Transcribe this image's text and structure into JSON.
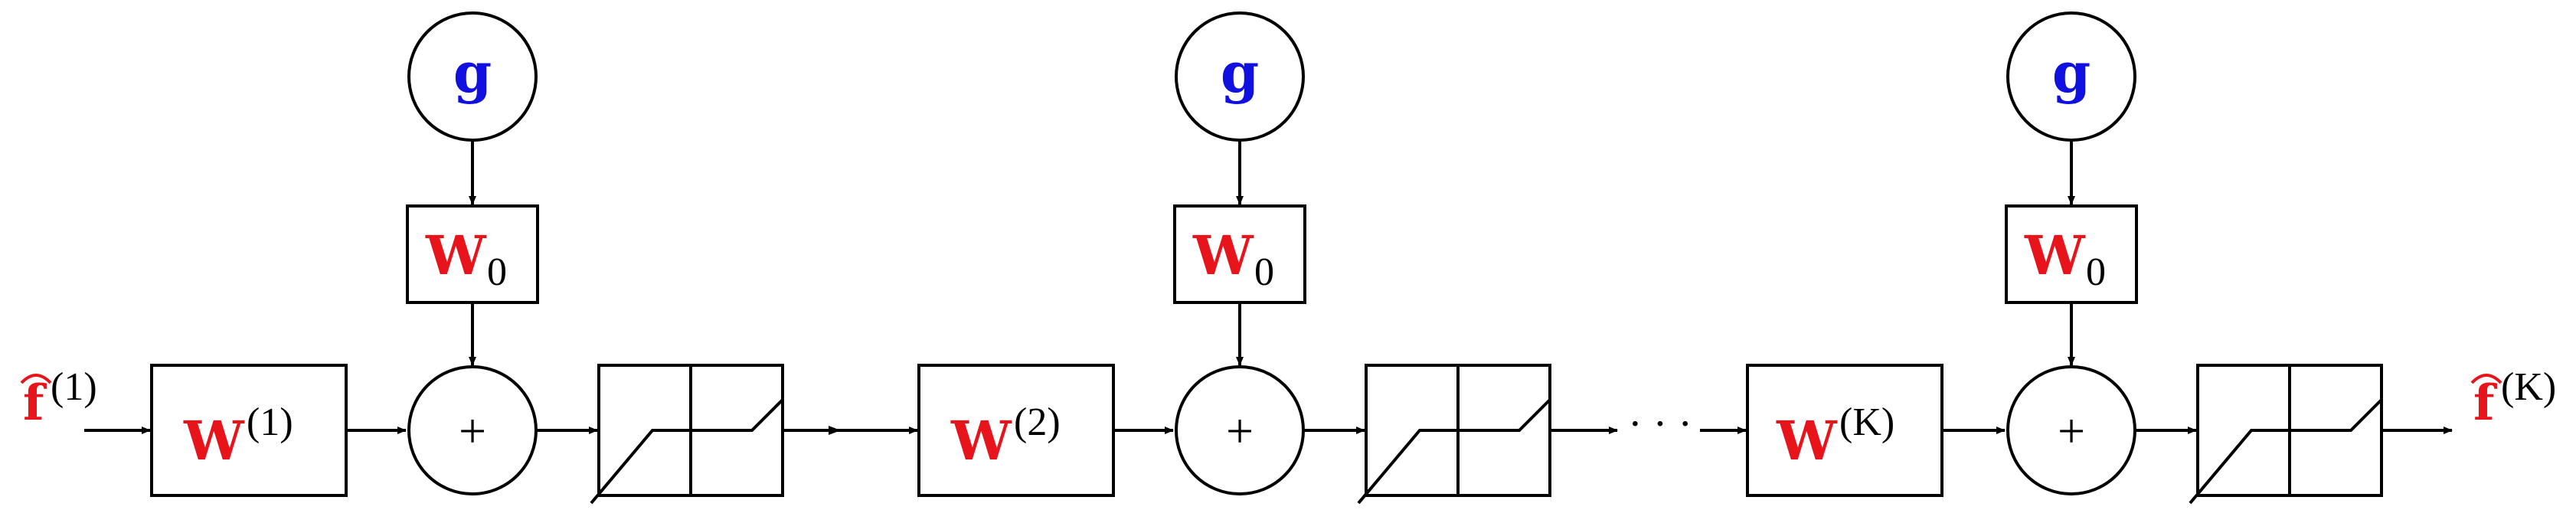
{
  "stages": [
    {
      "input_label": {
        "base": "f",
        "superscript": "(1)"
      },
      "g_symbol": "g",
      "w0_symbol": {
        "base": "W",
        "subscript": "0"
      },
      "w_symbol": {
        "base": "W",
        "superscript": "(1)"
      },
      "sum_symbol": "+"
    },
    {
      "g_symbol": "g",
      "w0_symbol": {
        "base": "W",
        "subscript": "0"
      },
      "w_symbol": {
        "base": "W",
        "superscript": "(2)"
      },
      "sum_symbol": "+"
    },
    {
      "g_symbol": "g",
      "w0_symbol": {
        "base": "W",
        "subscript": "0"
      },
      "w_symbol": {
        "base": "W",
        "superscript": "(K)"
      },
      "sum_symbol": "+"
    }
  ],
  "ellipsis": "· · ·",
  "output_label": {
    "base": "f",
    "superscript": "(K)"
  },
  "colors": {
    "g": "#1010e0",
    "w_bold": "#e8141c",
    "f_label": "#e8141c",
    "line": "#000000"
  }
}
